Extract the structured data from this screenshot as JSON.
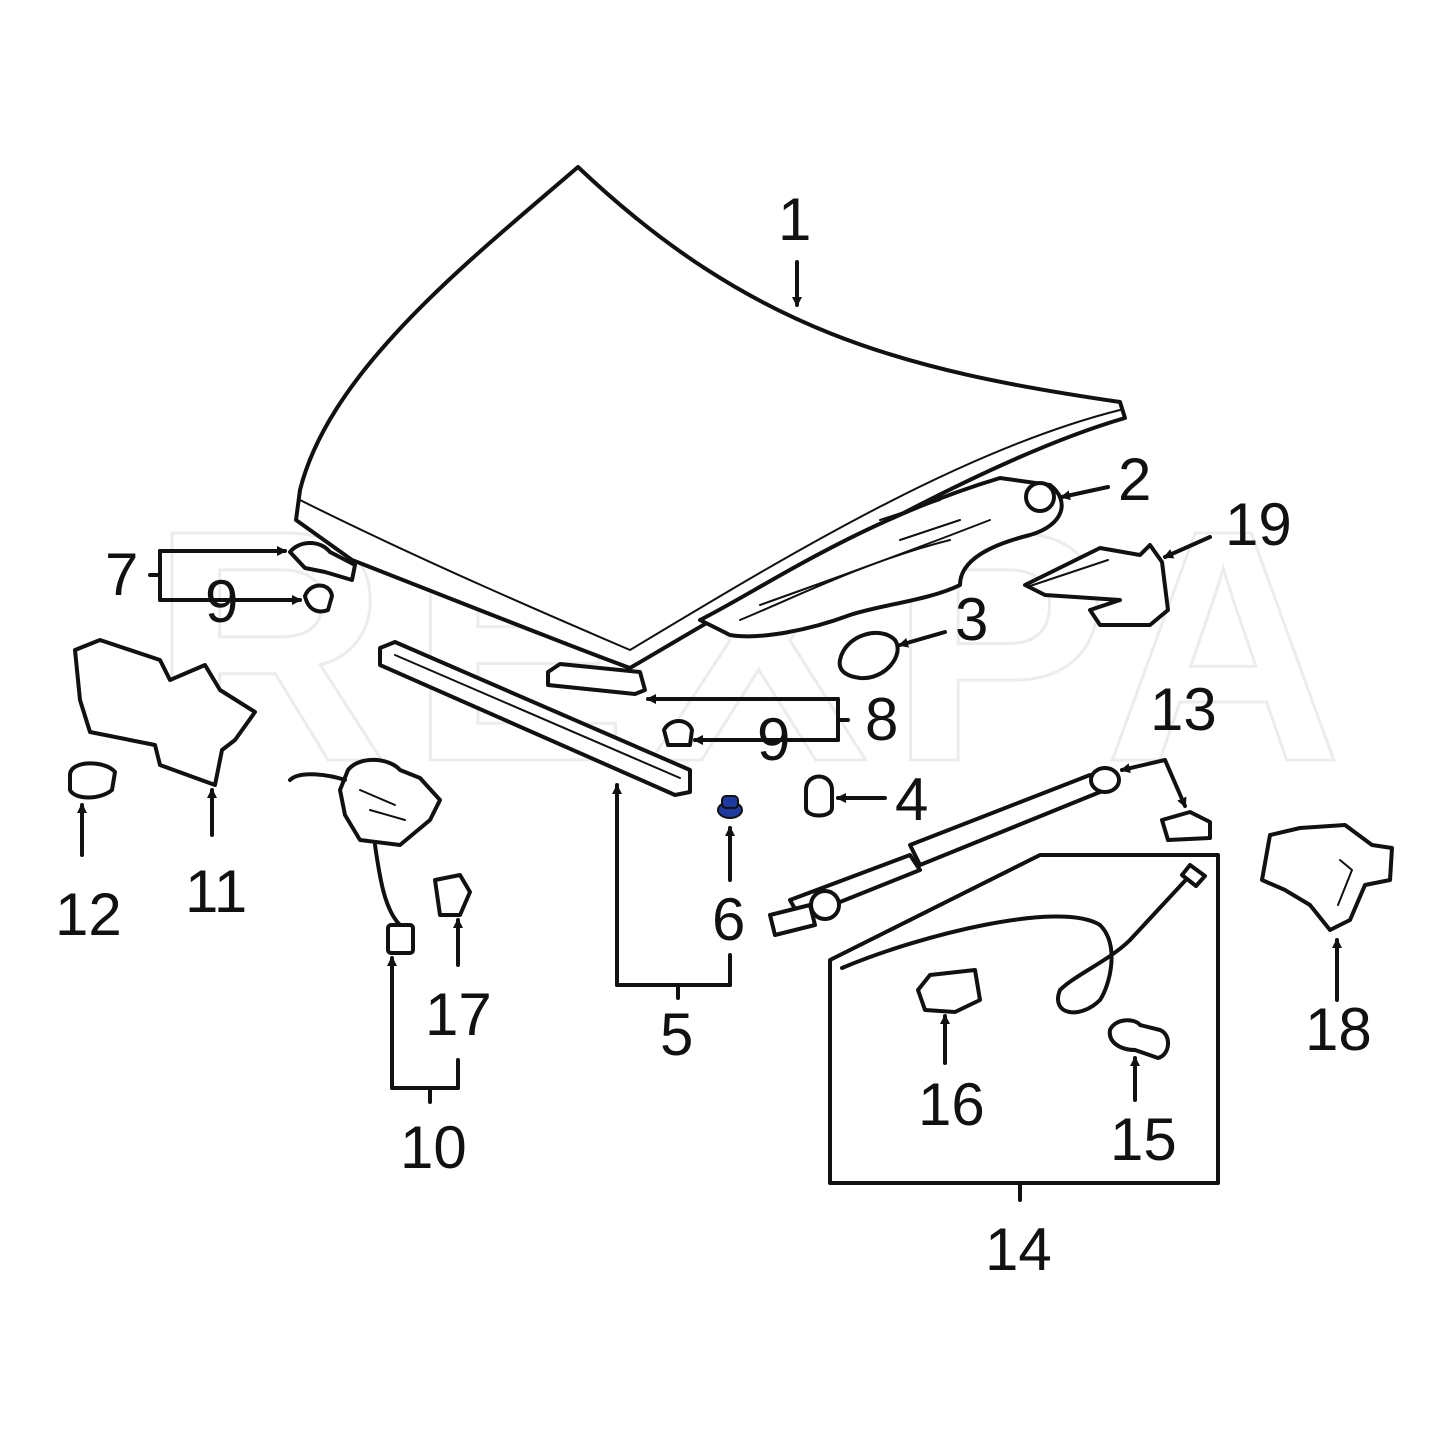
{
  "watermark": "REXPA",
  "highlight_color": "#1f3a9e",
  "callouts": {
    "c1": "1",
    "c2": "2",
    "c3": "3",
    "c4": "4",
    "c5": "5",
    "c6": "6",
    "c7": "7",
    "c8": "8",
    "c9a": "9",
    "c9b": "9",
    "c10": "10",
    "c11": "11",
    "c12": "12",
    "c13": "13",
    "c14": "14",
    "c15": "15",
    "c16": "16",
    "c17": "17",
    "c18": "18",
    "c19": "19"
  }
}
